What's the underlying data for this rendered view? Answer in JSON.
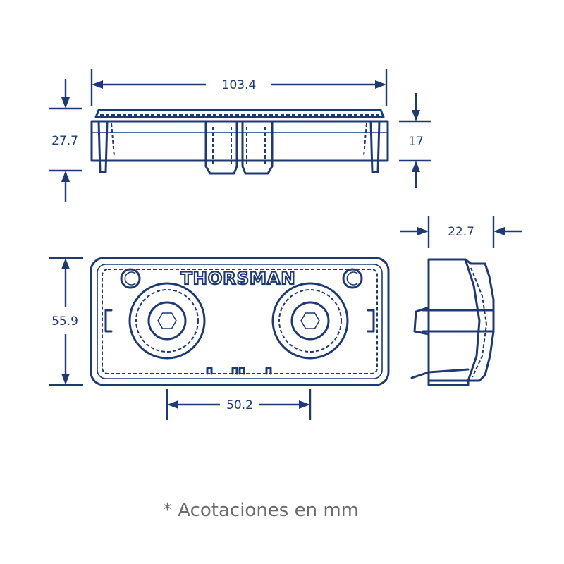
{
  "dimensions": {
    "overall_length": "103.4",
    "overall_height": "27.7",
    "body_height": "17",
    "depth": "22.7",
    "width": "55.9",
    "hole_spacing": "50.2"
  },
  "brand": "THORSMAN",
  "footnote": "* Acotaciones en mm",
  "colors": {
    "line": "#1f3a73",
    "note": "#6b6b6b",
    "background": "#ffffff"
  }
}
